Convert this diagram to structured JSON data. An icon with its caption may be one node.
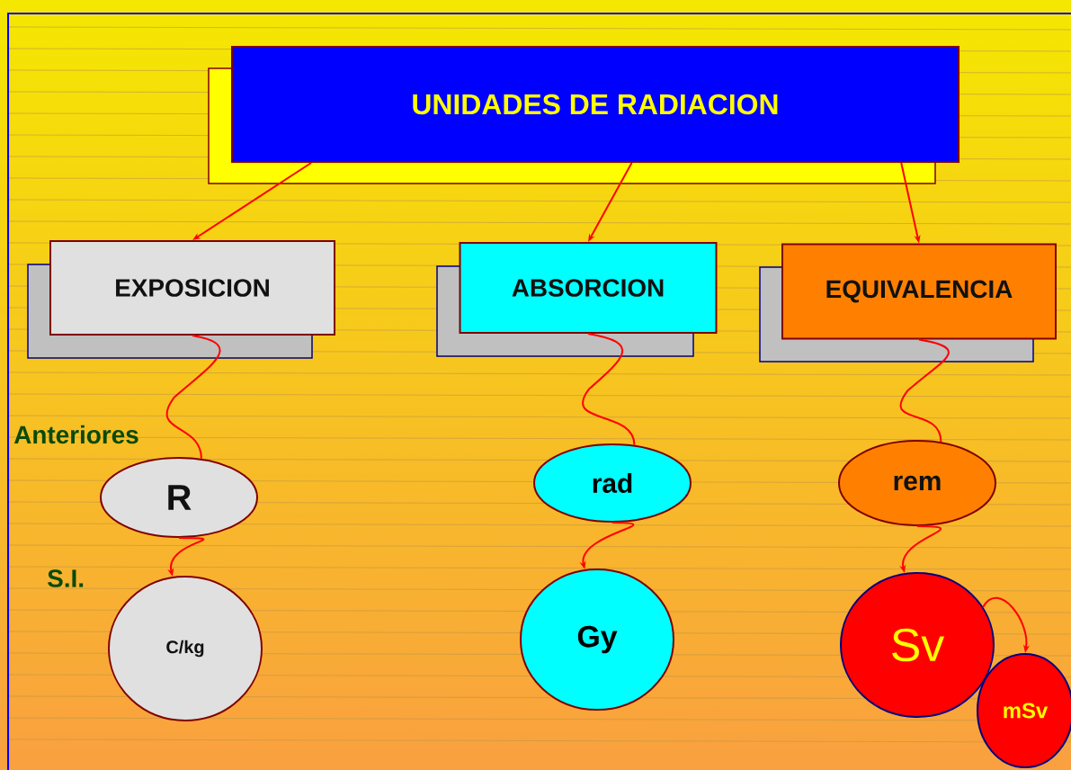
{
  "diagram": {
    "nodes": [
      {
        "text": [
          "UNIDADES DE RADIACION"
        ]
      },
      {
        "text": [
          "EXPOSICION"
        ]
      },
      {
        "text": [
          "ABSORCION"
        ]
      },
      {
        "text": [
          "EQUIVALENCIA"
        ]
      },
      {
        "text": [
          "R"
        ]
      },
      {
        "text": [
          "rad"
        ]
      },
      {
        "text": [
          "rem"
        ]
      },
      {
        "text": [
          "C/kg"
        ]
      },
      {
        "text": [
          "Gy"
        ]
      },
      {
        "text": [
          "Sv"
        ]
      },
      {
        "text": [
          "mSv"
        ]
      }
    ],
    "edges": [
      {
        "from": 0,
        "to": 1,
        "arrow": "to"
      },
      {
        "from": 0,
        "to": 2,
        "arrow": "to"
      },
      {
        "from": 0,
        "to": 3,
        "arrow": "to"
      },
      {
        "from": 1,
        "to": 4,
        "arrow": "none"
      },
      {
        "from": 2,
        "to": 5,
        "arrow": "none"
      },
      {
        "from": 3,
        "to": 6,
        "arrow": "none"
      },
      {
        "from": 4,
        "to": 7,
        "arrow": "to"
      },
      {
        "from": 5,
        "to": 8,
        "arrow": "to"
      },
      {
        "from": 6,
        "to": 9,
        "arrow": "to"
      },
      {
        "from": 9,
        "to": 10,
        "arrow": "to"
      }
    ],
    "labels": [
      "Anteriores",
      "S.I."
    ]
  }
}
